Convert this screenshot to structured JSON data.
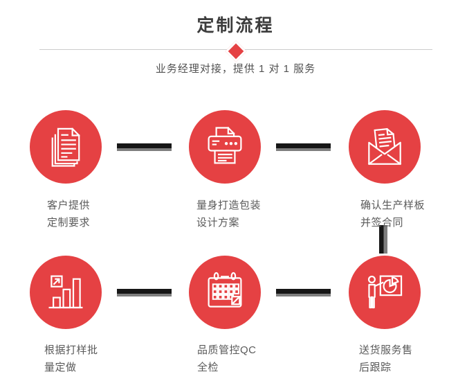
{
  "header": {
    "title": "定制流程",
    "subtitle": "业务经理对接，提供 1 对 1 服务"
  },
  "colors": {
    "accent_red": "#e54143",
    "divider_gray": "#cccccc",
    "connector_black": "#161616",
    "connector_gray": "#7e7e7e",
    "title_gray": "#3c3c3c",
    "subtitle_gray": "#515151",
    "label_gray": "#5a5a5a",
    "icon_white": "#ffffff"
  },
  "flow": {
    "steps": [
      {
        "id": "customer-requirements",
        "icon": "documents-icon",
        "label_line1": "客户提供",
        "label_line2": "定制要求"
      },
      {
        "id": "packaging-design",
        "icon": "printer-icon",
        "label_line1": "量身打造包装",
        "label_line2": "设计方案"
      },
      {
        "id": "sample-contract",
        "icon": "envelope-icon",
        "label_line1": "确认生产样板",
        "label_line2": "并签合同"
      },
      {
        "id": "batch-production",
        "icon": "bar-chart-icon",
        "label_line1": "根据打样批",
        "label_line2": "量定做"
      },
      {
        "id": "qc-inspection",
        "icon": "calendar-icon",
        "label_line1": "品质管控QC",
        "label_line2": "全检"
      },
      {
        "id": "delivery-tracking",
        "icon": "presentation-icon",
        "label_line1": "送货服务售",
        "label_line2": "后跟踪"
      }
    ]
  }
}
